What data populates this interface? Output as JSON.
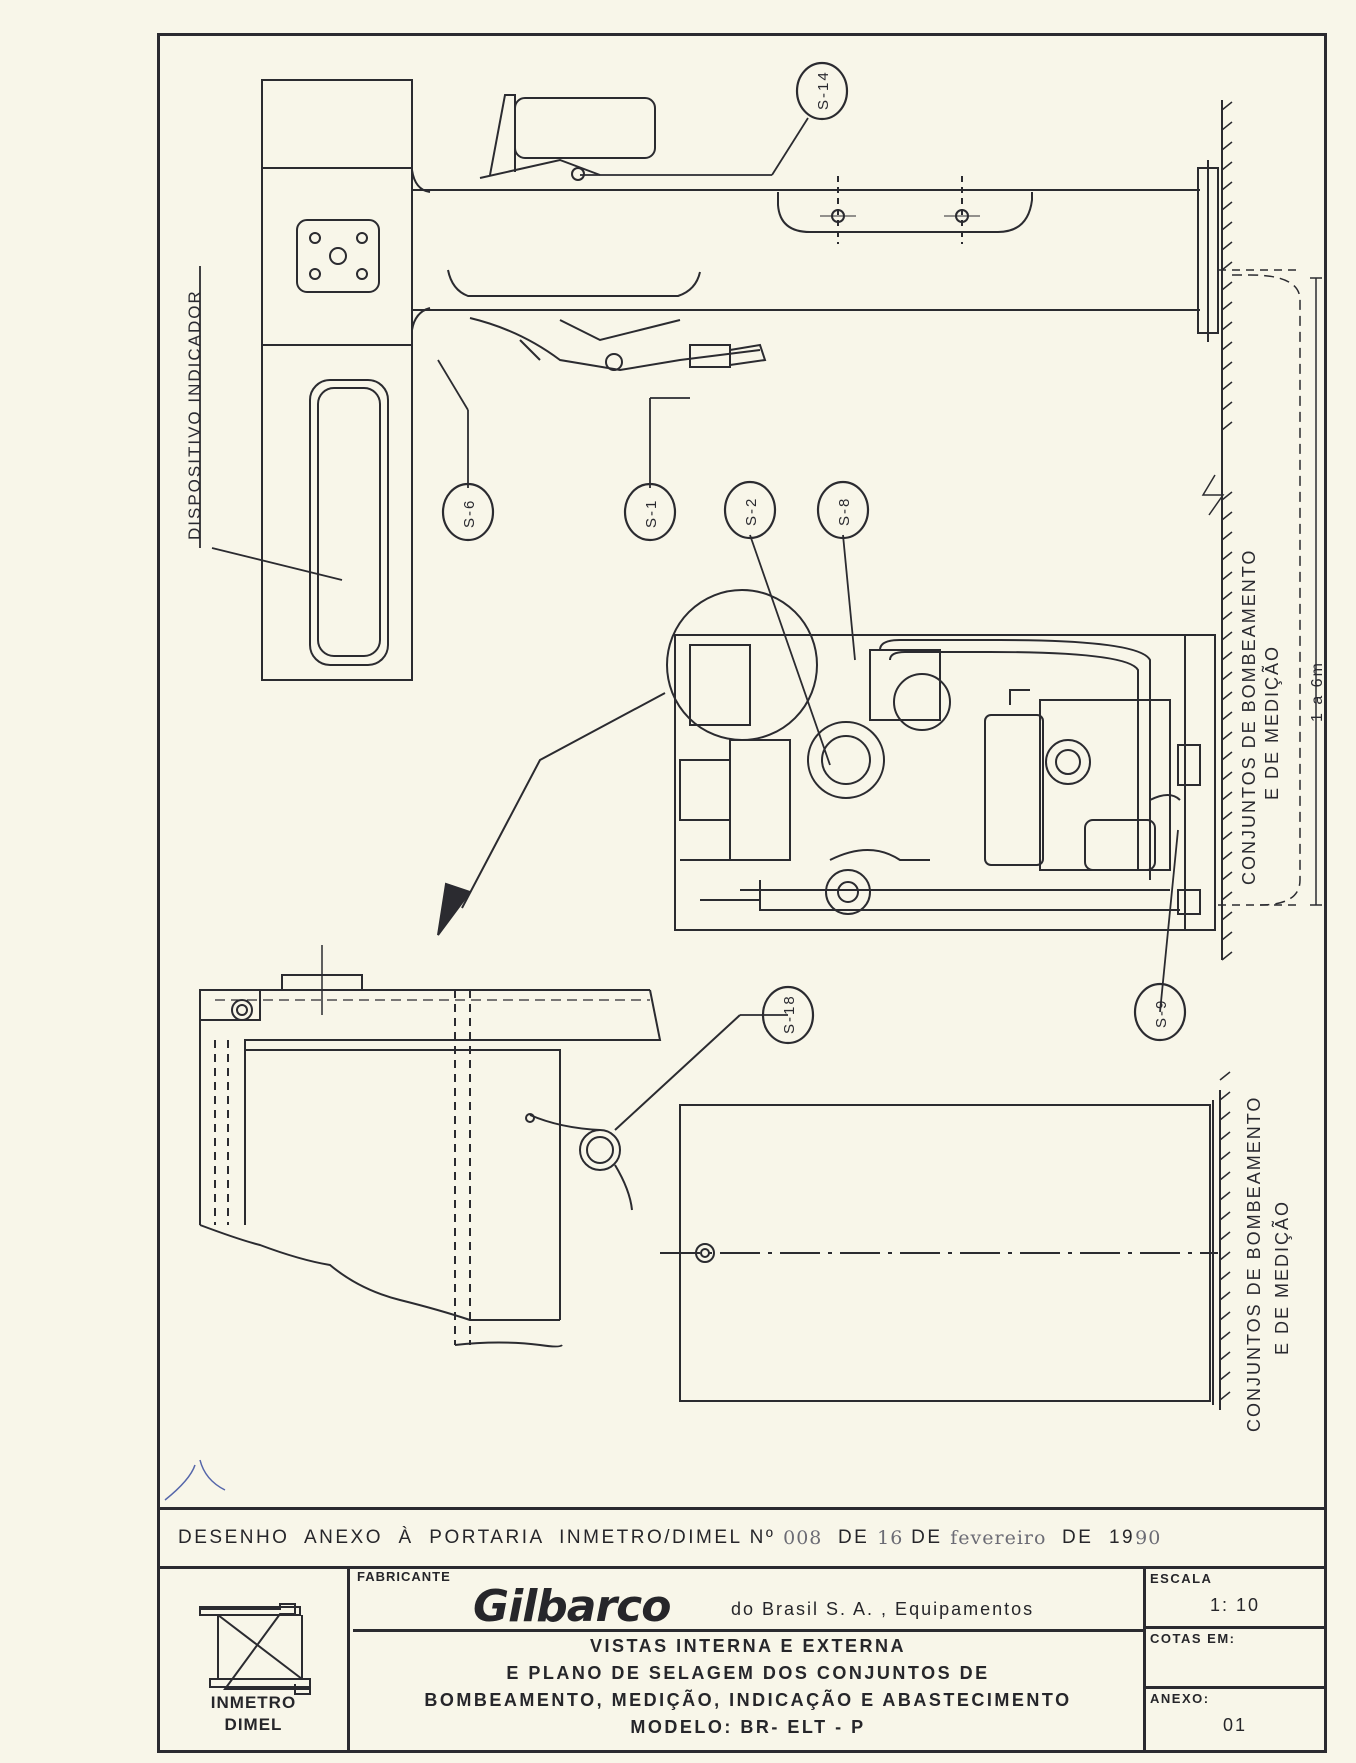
{
  "labels": {
    "dispositivo_indicador": "DISPOSITIVO INDICADOR",
    "conjuntos_top_1": "CONJUNTOS DE BOMBEAMENTO",
    "conjuntos_top_2": "E DE MEDIÇÃO",
    "conjuntos_bottom_1": "CONJUNTOS DE BOMBEAMENTO",
    "conjuntos_bottom_2": "E DE MEDIÇÃO",
    "distance": "1 a 6m"
  },
  "seals": {
    "s14": "S-14",
    "s6": "S-6",
    "s1": "S-1",
    "s2": "S-2",
    "s8": "S-8",
    "s9": "S-9",
    "s18": "S-18"
  },
  "strip": {
    "text": "DESENHO  ANEXO  À  PORTARIA  INMETRO/DIMEL Nº ",
    "number": "008",
    "de1": "  DE ",
    "day": "16",
    "de2": " DE ",
    "month": "fevereiro",
    "de3": "  DE  19",
    "year_suffix": "90"
  },
  "title_block": {
    "org_line1": "INMETRO",
    "org_line2": "DIMEL",
    "fabricante_label": "FABRICANTE",
    "brand": "Gilbarco",
    "brand_sub": "do  Brasil  S. A. ,  Equipamentos",
    "desc_line1": "VISTAS   INTERNA  E  EXTERNA",
    "desc_line2": "E  PLANO  DE  SELAGEM  DOS  CONJUNTOS  DE",
    "desc_line3": "BOMBEAMENTO, MEDIÇÃO, INDICAÇÃO E ABASTECIMENTO",
    "desc_line4": "MODELO:   BR- ELT - P",
    "escala_label": "ESCALA",
    "escala_value": "1: 10",
    "cotas_label": "COTAS EM:",
    "cotas_value": "",
    "anexo_label": "ANEXO:",
    "anexo_value": "01"
  }
}
